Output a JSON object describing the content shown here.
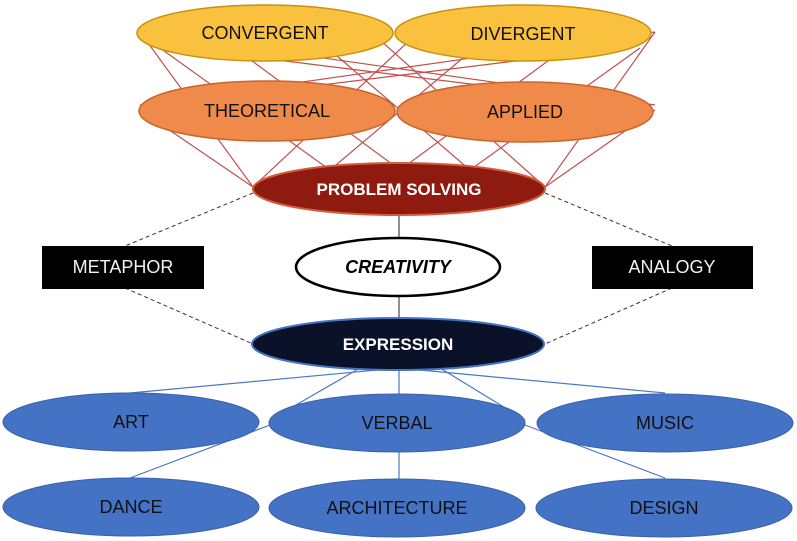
{
  "diagram": {
    "nodes": {
      "convergent": "CONVERGENT",
      "divergent": "DIVERGENT",
      "theoretical": "THEORETICAL",
      "applied": "APPLIED",
      "problem_solving": "PROBLEM SOLVING",
      "creativity": "CREATIVITY",
      "metaphor": "METAPHOR",
      "analogy": "ANALOGY",
      "expression": "EXPRESSION",
      "art": "ART",
      "verbal": "VERBAL",
      "music": "MUSIC",
      "dance": "DANCE",
      "architecture": "ARCHITECTURE",
      "design": "DESIGN"
    },
    "colors": {
      "yellow": "#f9c13e",
      "orange": "#f08a4b",
      "dark_red": "#8e1a10",
      "navy": "#0a1128",
      "blue": "#4472c4",
      "red_line": "#c0504d",
      "blue_line": "#4a78c8"
    }
  }
}
